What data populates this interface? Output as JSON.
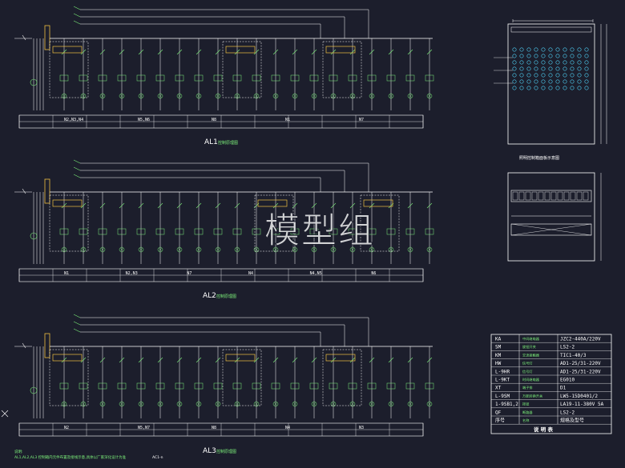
{
  "colors": {
    "background": "#1c1e2c",
    "wire": "#ffffff",
    "component": "#7cf07a",
    "cabinet": "#4fd3f7",
    "bus": "#f0c040",
    "label": "#e04848"
  },
  "circuits": [
    {
      "caption": "AL1",
      "caption_note": "控制原理图",
      "groups": [
        "N2,N3,N4",
        "N5,N6",
        "N8",
        "N1",
        "N7"
      ]
    },
    {
      "caption": "AL2",
      "caption_note": "控制原理图",
      "groups": [
        "N1",
        "N2,N3",
        "N7",
        "N4",
        "N4,N5",
        "N6"
      ]
    },
    {
      "caption": "AL3",
      "caption_note": "控制原理图",
      "groups": [
        "N2",
        "N5,N7",
        "N8",
        "N4",
        "N3"
      ]
    }
  ],
  "watermark": "模型组",
  "panel_front_caption": "照明控制箱面板示意图",
  "legend": {
    "footer": "说 明 表",
    "rows": [
      {
        "code": "KA",
        "name": "中间继电器",
        "spec": "JZC2-440A/220V"
      },
      {
        "code": "SM",
        "name": "旋钮开关",
        "spec": "LS2-2"
      },
      {
        "code": "KM",
        "name": "交流接触器",
        "spec": "TIC1-40/3"
      },
      {
        "code": "HW",
        "name": "信号灯",
        "spec": "AD1-25/31-220V"
      },
      {
        "code": "L-9HR",
        "name": "信号灯",
        "spec": "AD1-25/31-220V"
      },
      {
        "code": "L-9KT",
        "name": "时间继电器",
        "spec": "EG010"
      },
      {
        "code": "XT",
        "name": "端子排",
        "spec": "D1"
      },
      {
        "code": "L-9SM",
        "name": "万能转换开关",
        "spec": "LW5-15D0401/2"
      },
      {
        "code": "1-9SB1,2",
        "name": "按钮",
        "spec": "LA19-11-380V 5A"
      },
      {
        "code": "QF",
        "name": "断路器",
        "spec": "LS2-2"
      },
      {
        "code": "序号",
        "name": "名称",
        "spec": "规格及型号"
      }
    ]
  },
  "notes": {
    "title": "说明:",
    "text": "AL1,AL2,AL3 控制箱内元件布置及接线示意,具体以厂家深化设计为准",
    "suffix": "AC1-n"
  }
}
